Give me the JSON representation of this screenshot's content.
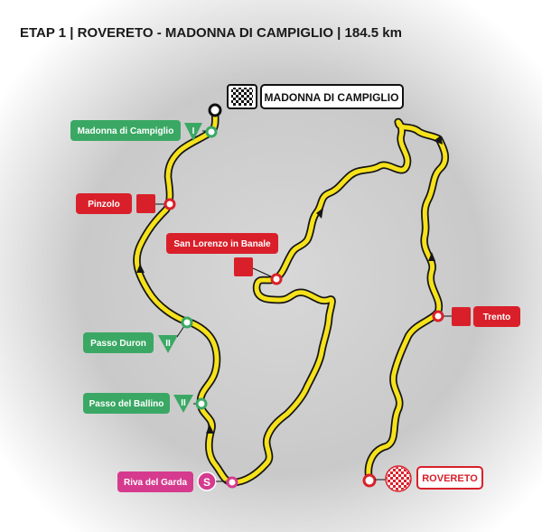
{
  "header": {
    "title": "ETAP 1 | ROVERETO - MADONNA DI CAMPIGLIO | 184.5 km"
  },
  "finish": {
    "label": "MADONNA DI CAMPIGLIO"
  },
  "start": {
    "label": "ROVERETO"
  },
  "climbs": [
    {
      "label": "Madonna di Campiglio",
      "category": "I"
    },
    {
      "label": "Passo Duron",
      "category": "II"
    },
    {
      "label": "Passo del Ballino",
      "category": "II"
    }
  ],
  "intermediate": [
    {
      "label": "Pinzolo"
    },
    {
      "label": "San Lorenzo in Banale"
    },
    {
      "label": "Trento"
    }
  ],
  "sprint": {
    "label": "Riva del Garda",
    "symbol": "S"
  },
  "colors": {
    "route": "#f6e21a",
    "climb": "#3aa864",
    "intermediate": "#d9202a",
    "sprint": "#d63a8e",
    "background": "#bdbdbd"
  }
}
